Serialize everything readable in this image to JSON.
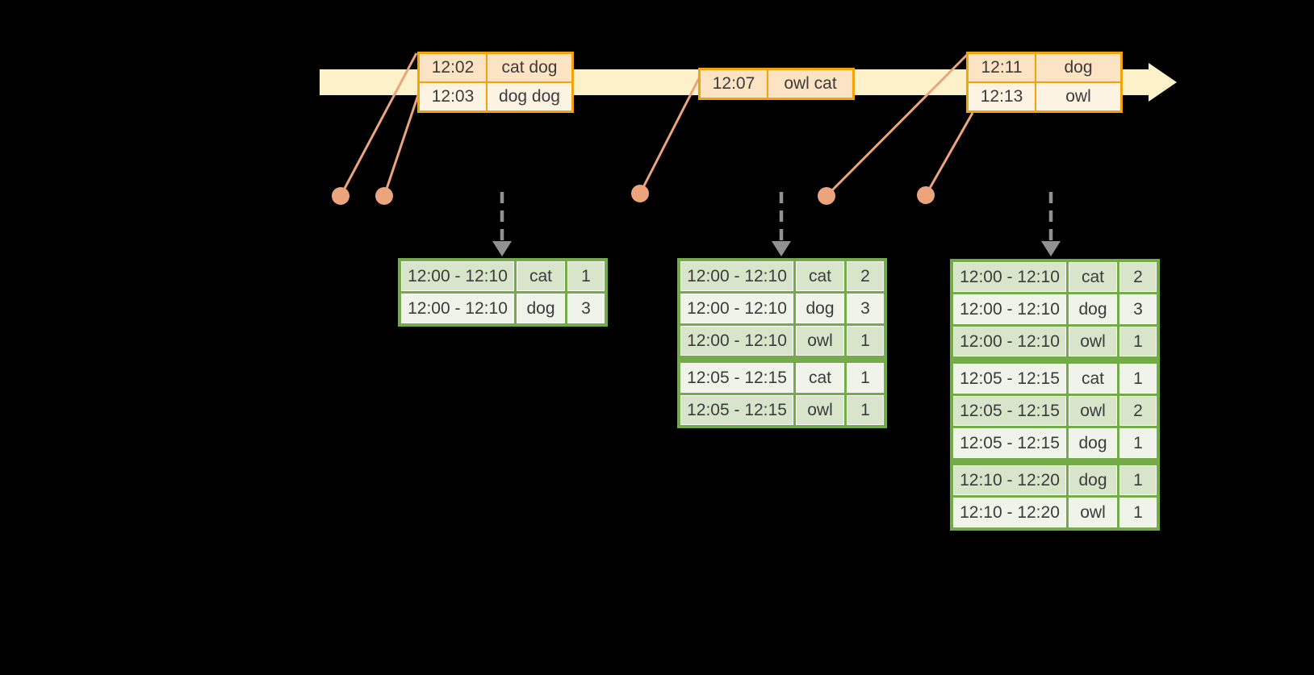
{
  "colors": {
    "background": "#000000",
    "timeline_band": "#fdf1c9",
    "event_border": "#f0a30a",
    "event_row_dark": "#fbe3c3",
    "event_row_light": "#fdf3e3",
    "connector": "#eba47b",
    "trigger_arrow": "#919191",
    "result_border": "#74ab49",
    "result_row_dark": "#d9e5ca",
    "result_row_light": "#eff3e9",
    "text": "#3b3b3b"
  },
  "event_tables": [
    {
      "rows": [
        {
          "time": "12:02",
          "words": "cat dog"
        },
        {
          "time": "12:03",
          "words": "dog dog"
        }
      ]
    },
    {
      "rows": [
        {
          "time": "12:07",
          "words": "owl cat"
        }
      ]
    },
    {
      "rows": [
        {
          "time": "12:11",
          "words": "dog"
        },
        {
          "time": "12:13",
          "words": "owl"
        }
      ]
    }
  ],
  "result_tables": [
    {
      "rows": [
        {
          "window": "12:00 - 12:10",
          "word": "cat",
          "count": "1"
        },
        {
          "window": "12:00 - 12:10",
          "word": "dog",
          "count": "3"
        }
      ]
    },
    {
      "rows": [
        {
          "window": "12:00 - 12:10",
          "word": "cat",
          "count": "2"
        },
        {
          "window": "12:00 - 12:10",
          "word": "dog",
          "count": "3"
        },
        {
          "window": "12:00 - 12:10",
          "word": "owl",
          "count": "1"
        },
        {
          "window": "12:05 - 12:15",
          "word": "cat",
          "count": "1"
        },
        {
          "window": "12:05 - 12:15",
          "word": "owl",
          "count": "1"
        }
      ]
    },
    {
      "rows": [
        {
          "window": "12:00 - 12:10",
          "word": "cat",
          "count": "2"
        },
        {
          "window": "12:00 - 12:10",
          "word": "dog",
          "count": "3"
        },
        {
          "window": "12:00 - 12:10",
          "word": "owl",
          "count": "1"
        },
        {
          "window": "12:05 - 12:15",
          "word": "cat",
          "count": "1"
        },
        {
          "window": "12:05 - 12:15",
          "word": "owl",
          "count": "2"
        },
        {
          "window": "12:05 - 12:15",
          "word": "dog",
          "count": "1"
        },
        {
          "window": "12:10 - 12:20",
          "word": "dog",
          "count": "1"
        },
        {
          "window": "12:10 - 12:20",
          "word": "owl",
          "count": "1"
        }
      ]
    }
  ]
}
